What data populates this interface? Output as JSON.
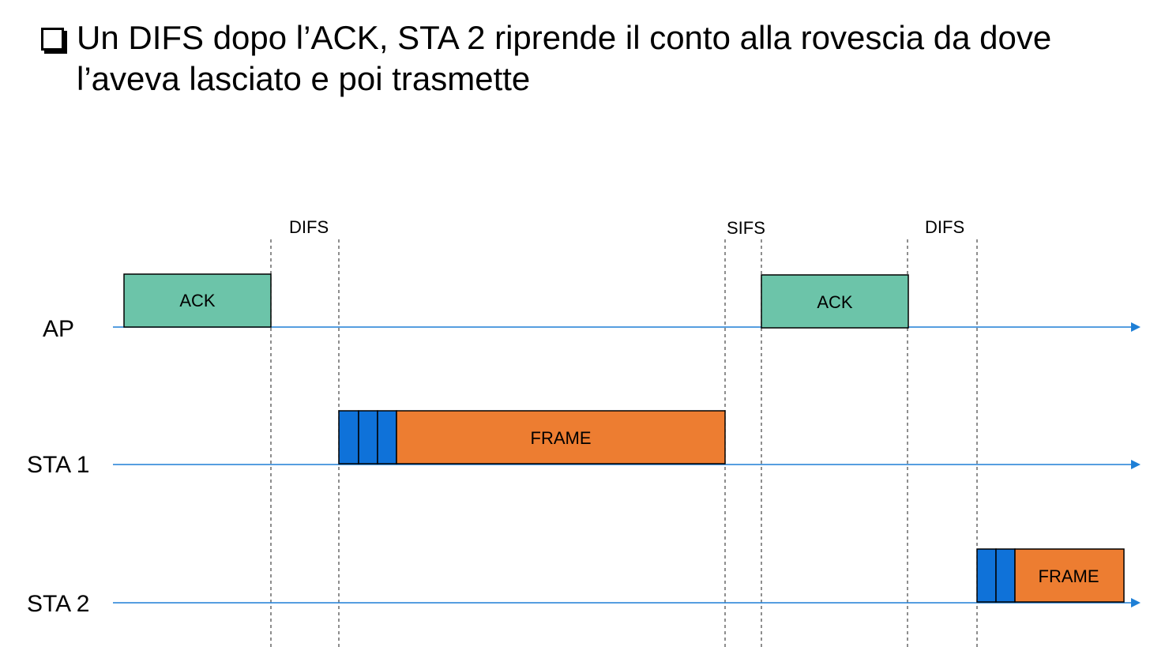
{
  "slide": {
    "title": "Un DIFS dopo l’ACK, STA 2 riprende il conto alla rovescia da dove l’aveva lasciato e poi trasmette"
  },
  "colors": {
    "timeline": "#1e7fd6",
    "ack_fill": "#6cc4a9",
    "frame_fill": "#ed7d31",
    "backoff_fill": "#0f72d9",
    "border": "#000000",
    "divider": "#444444"
  },
  "diagram": {
    "rows": [
      {
        "id": "ap",
        "label": "AP"
      },
      {
        "id": "sta1",
        "label": "STA 1"
      },
      {
        "id": "sta2",
        "label": "STA 2"
      }
    ],
    "intervals": [
      {
        "label": "DIFS"
      },
      {
        "label": "SIFS"
      },
      {
        "label": "DIFS"
      }
    ],
    "blocks": [
      {
        "row": "ap",
        "kind": "ack",
        "label": "ACK"
      },
      {
        "row": "ap",
        "kind": "ack",
        "label": "ACK"
      },
      {
        "row": "sta1",
        "kind": "frame",
        "label": "FRAME",
        "backoff_slots": 3
      },
      {
        "row": "sta2",
        "kind": "frame",
        "label": "FRAME",
        "backoff_slots": 2
      }
    ]
  }
}
